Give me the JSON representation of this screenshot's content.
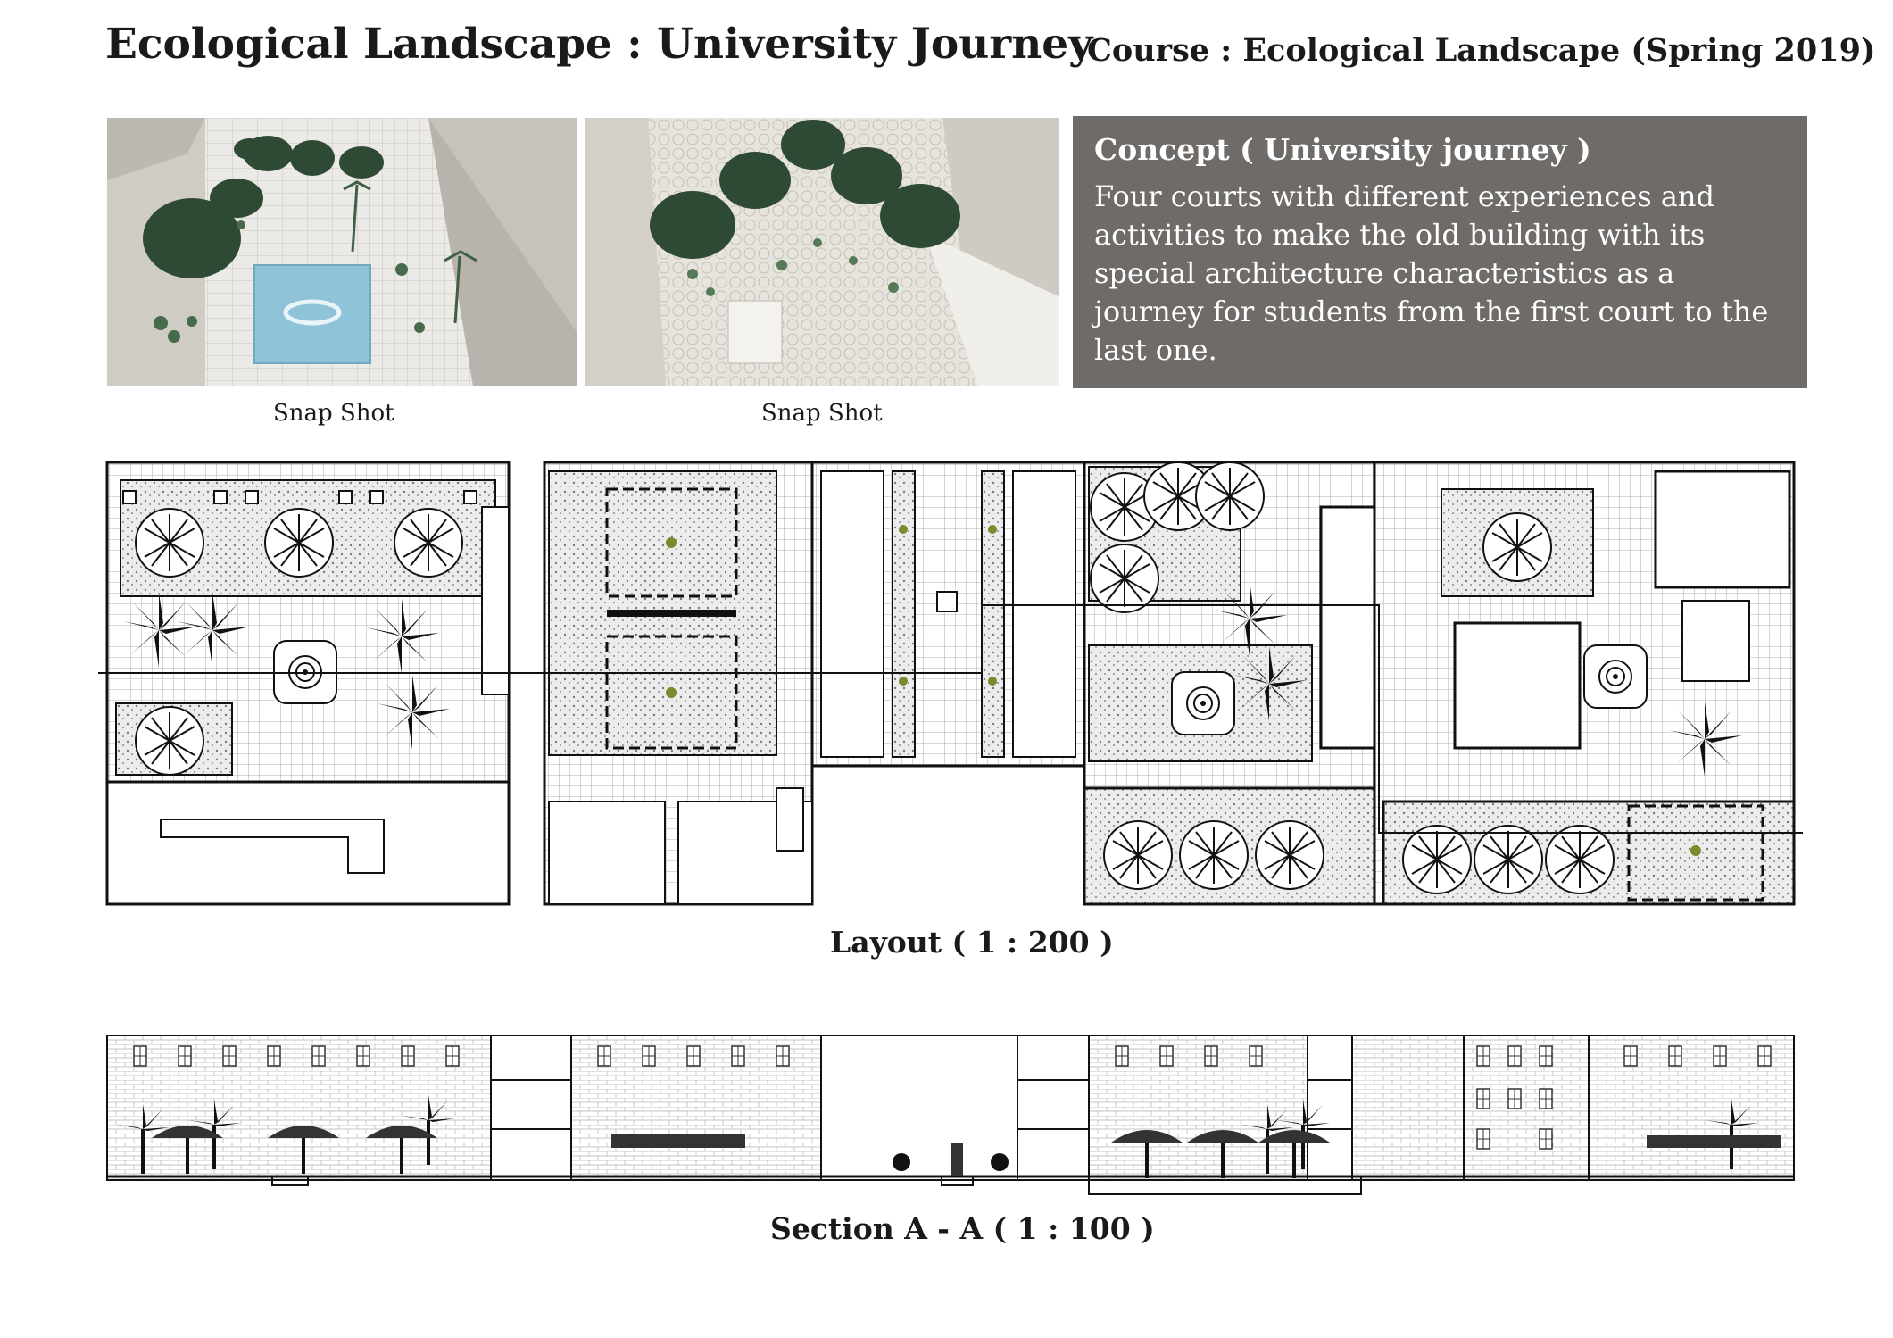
{
  "header": {
    "title": "Ecological Landscape : University Journey",
    "course": "Course : Ecological Landscape  (Spring 2019)"
  },
  "snapshots": [
    {
      "caption": "Snap Shot"
    },
    {
      "caption": "Snap Shot"
    }
  ],
  "concept": {
    "title": "Concept ( University journey )",
    "body": "Four courts with different experiences and activities to make the old building with its special architecture characteristics as a journey for students from the first court to the last one."
  },
  "drawings": {
    "layout_label": "Layout ( 1 : 200 )",
    "section_label": "Section A - A  ( 1 : 100 )"
  },
  "colors": {
    "concept_bg": "#6e6b68",
    "water": "#8fc3d8",
    "foliage": "#2f4a34"
  }
}
